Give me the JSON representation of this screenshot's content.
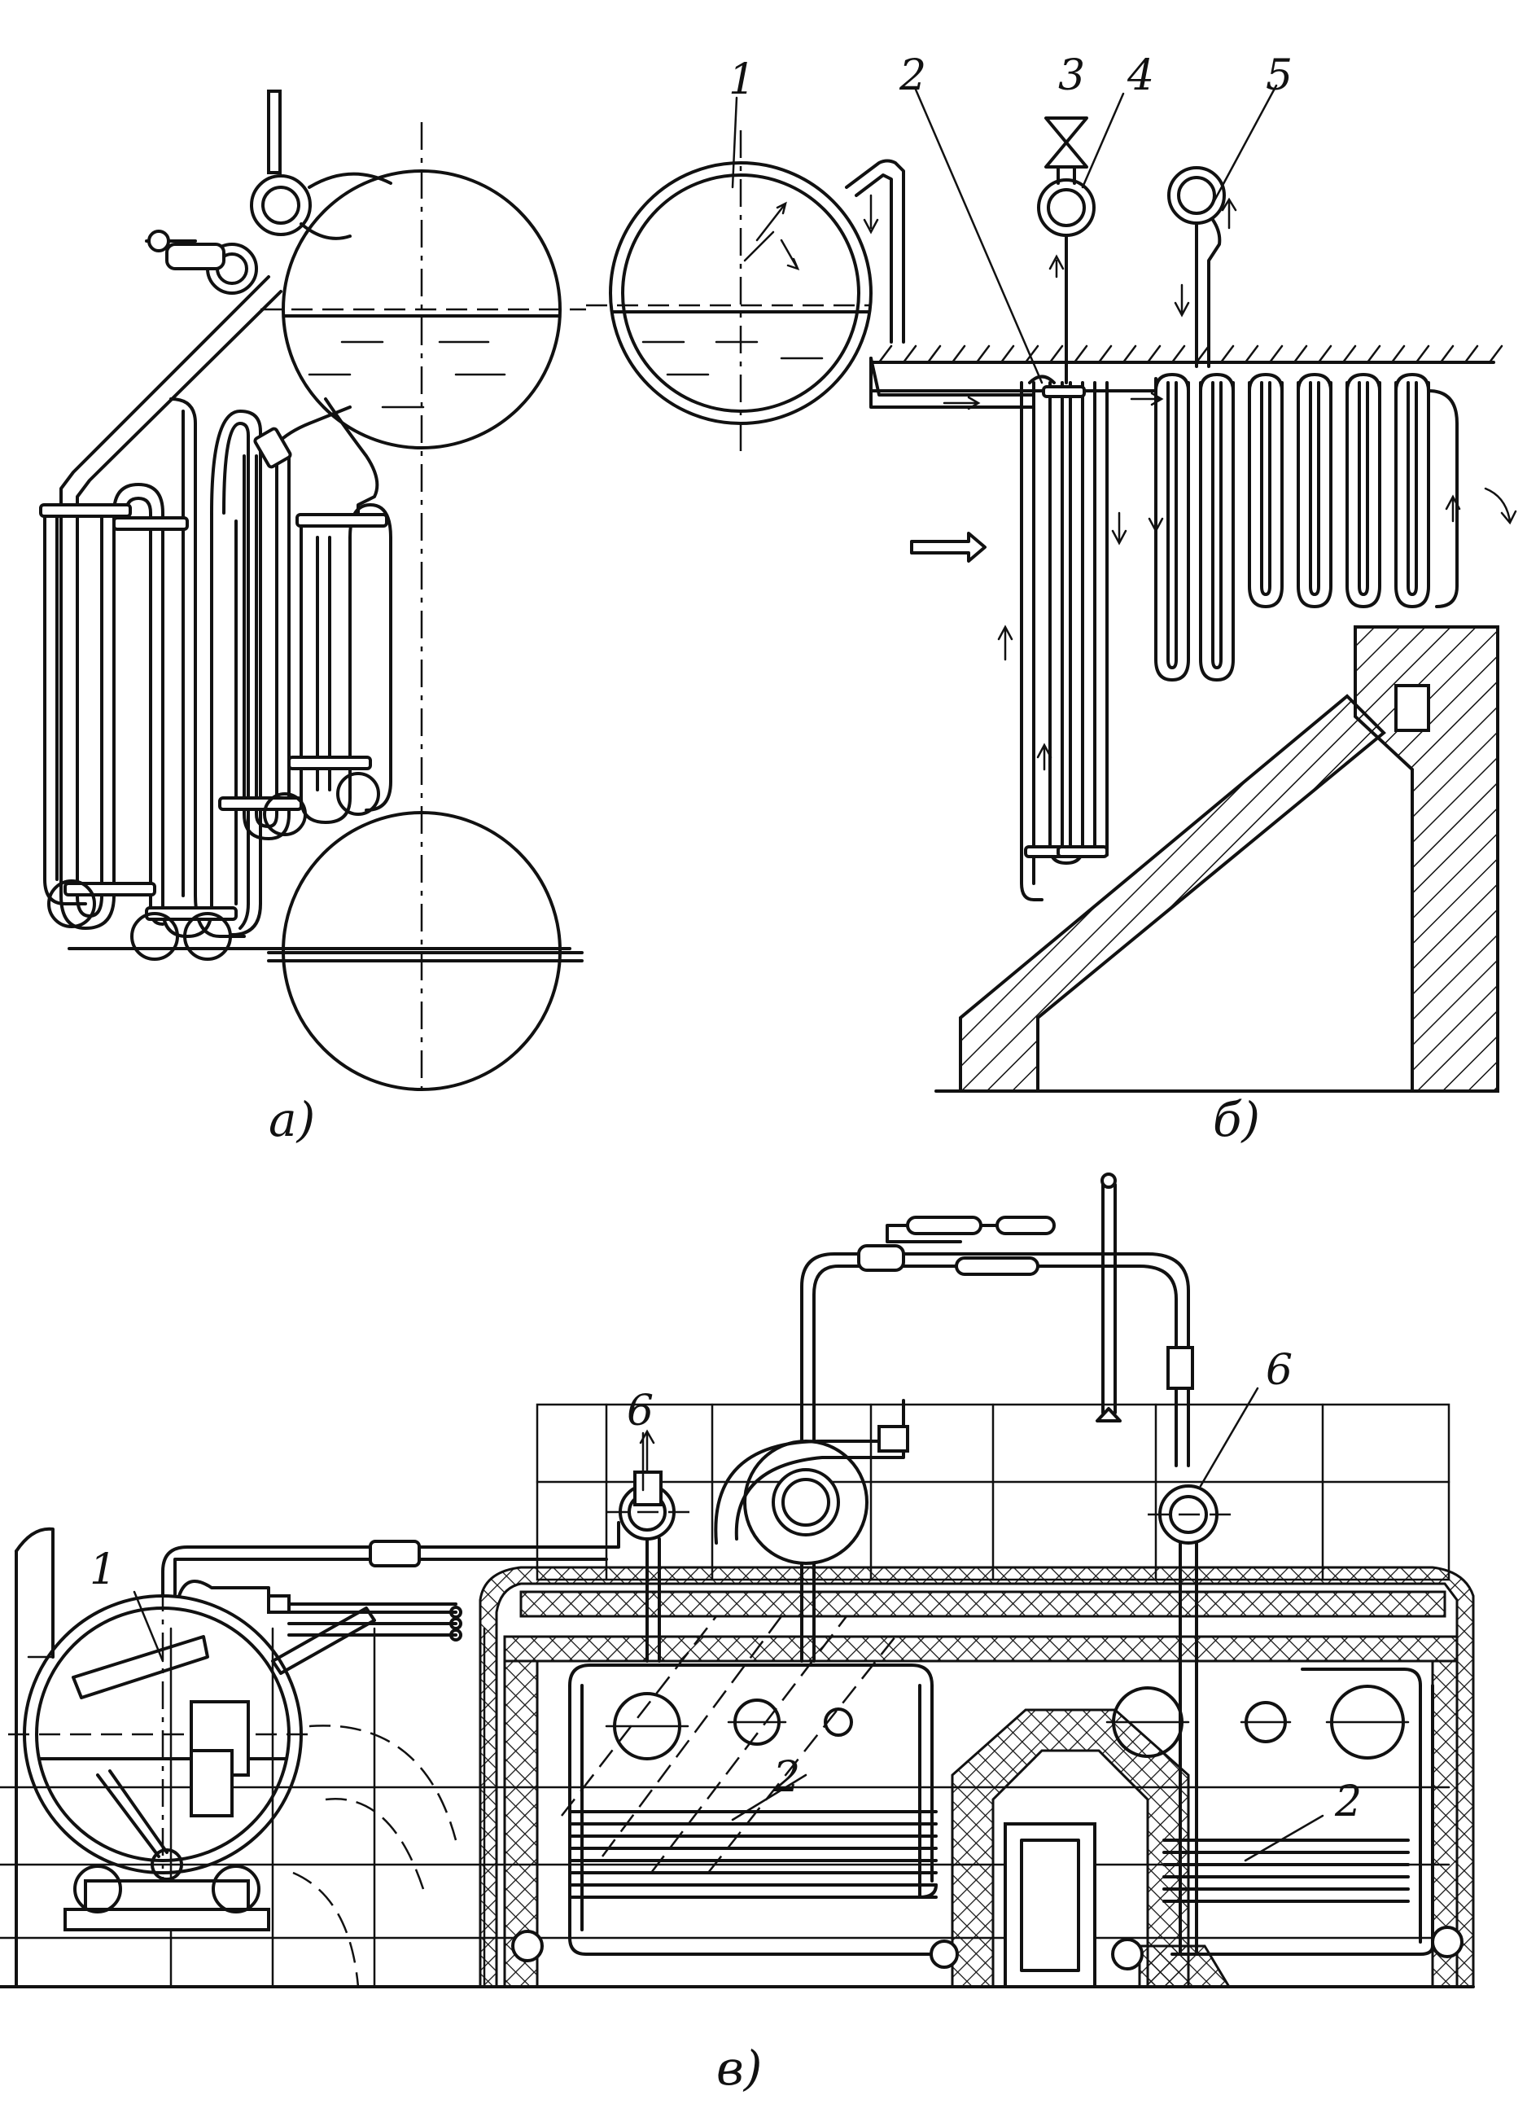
{
  "panels": [
    {
      "id": "a",
      "caption": "а)"
    },
    {
      "id": "b",
      "caption": "б)"
    },
    {
      "id": "v",
      "caption": "в)"
    }
  ],
  "labels_b": [
    "1",
    "2",
    "3",
    "4",
    "5"
  ],
  "labels_v": [
    "1",
    "2",
    "2",
    "6",
    "6"
  ],
  "colors": {
    "ink": "#111111",
    "paper": "#ffffff"
  }
}
